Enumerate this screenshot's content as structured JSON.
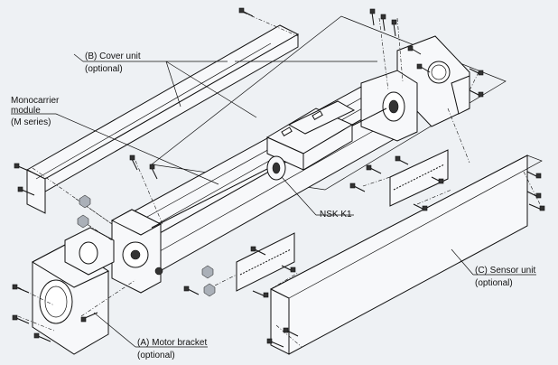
{
  "labels": {
    "cover_unit": "(B) Cover unit",
    "cover_unit_optional": "(optional)",
    "monocarrier_line1": "Monocarrier",
    "monocarrier_line2": "module",
    "monocarrier_line3": "(M series)",
    "nsk_k1": "NSK K1",
    "sensor_unit": "(C) Sensor unit",
    "sensor_unit_optional": "(optional)",
    "motor_bracket": "(A) Motor bracket",
    "motor_bracket_optional": "(optional)"
  },
  "colors": {
    "background": "#eef1f4",
    "line": "#111111",
    "part_fill": "#f7f8fa",
    "dark_fill": "#333333"
  }
}
